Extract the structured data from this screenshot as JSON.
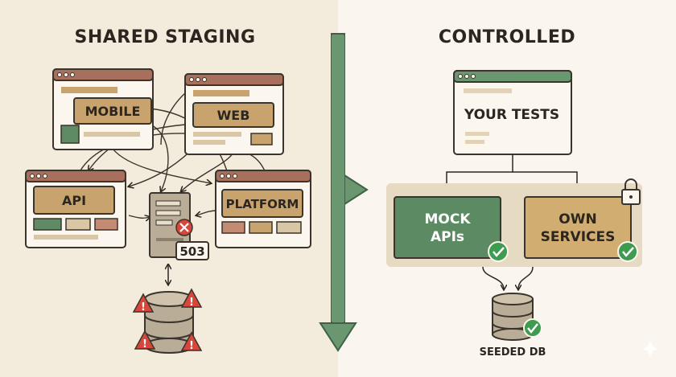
{
  "left": {
    "title": "SHARED STAGING",
    "windows": {
      "mobile": "MOBILE",
      "web": "WEB",
      "api": "API",
      "platform": "PLATFORM"
    },
    "error_code": "503"
  },
  "right": {
    "title": "CONTROLLED",
    "tests_label": "YOUR TESTS",
    "mock_line1": "MOCK",
    "mock_line2": "APIs",
    "own_line1": "OWN",
    "own_line2": "SERVICES",
    "db_label": "SEEDED DB"
  },
  "colors": {
    "left_bg": "#f3ebdc",
    "right_bg": "#faf6ef",
    "divider_green": "#5e8a64",
    "mock_green": "#5c8a62",
    "own_tan": "#d2ad72",
    "warning_red": "#d8453a",
    "check_green": "#3e9b4f"
  }
}
